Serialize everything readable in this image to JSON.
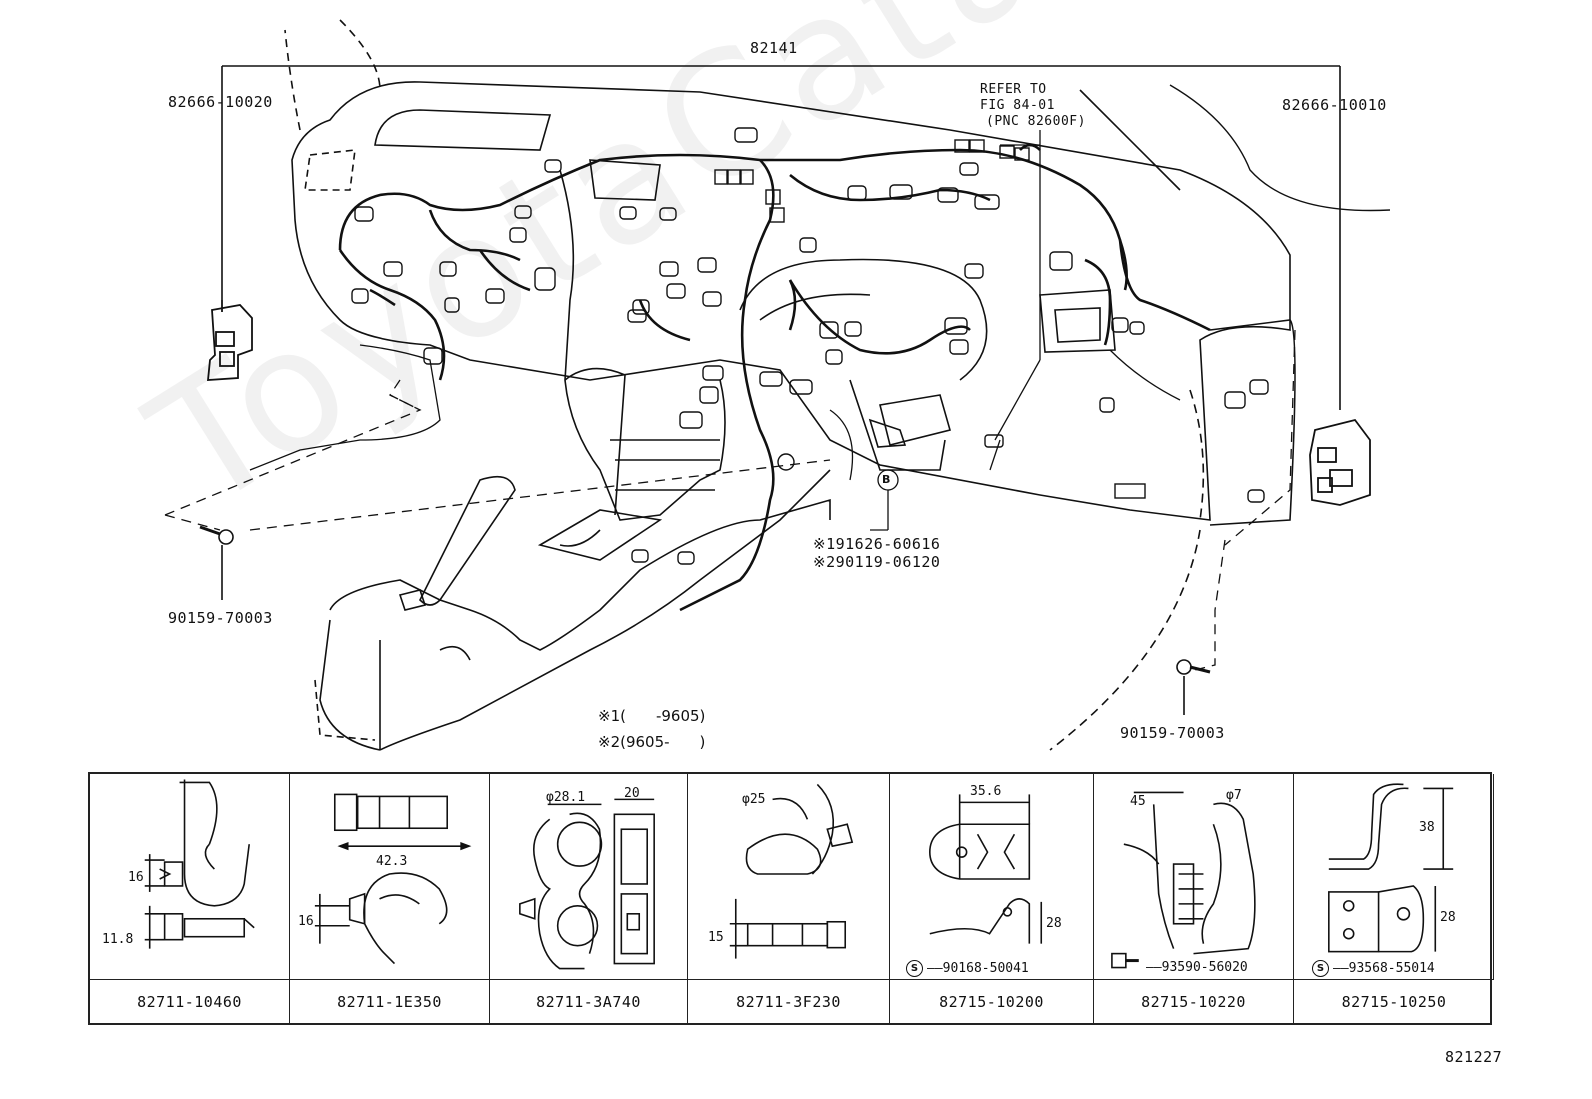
{
  "diagram": {
    "main_part": "82141",
    "labels": {
      "bracket_left": "82666-10020",
      "bracket_right": "82666-10010",
      "refer_line1": "REFER TO",
      "refer_line2": "FIG 84-01",
      "refer_line3": "(PNC 82600F)",
      "bolt_left": "90159-70003",
      "bolt_right": "90159-70003",
      "callout_b": "B",
      "variant1_part": "※191626-60616",
      "variant2_part": "※290119-06120",
      "legend1": "※1(　　-9605)",
      "legend2": "※2(9605-　　)",
      "drawing_number": "821227",
      "watermark": "ToyotaCatalogue.ru"
    }
  },
  "parts_table": [
    {
      "part_number": "82711-10460",
      "dims": [
        "16",
        "11.8"
      ]
    },
    {
      "part_number": "82711-1E350",
      "dims": [
        "42.3",
        "16"
      ]
    },
    {
      "part_number": "82711-3A740",
      "dims": [
        "φ28.1",
        "20"
      ]
    },
    {
      "part_number": "82711-3F230",
      "dims": [
        "φ25",
        "15"
      ]
    },
    {
      "part_number": "82715-10200",
      "dims": [
        "35.6",
        "28"
      ],
      "sub_part": "90168-50041",
      "sub_symbol": "S"
    },
    {
      "part_number": "82715-10220",
      "dims": [
        "45",
        "φ7"
      ],
      "sub_part": "93590-56020"
    },
    {
      "part_number": "82715-10250",
      "dims": [
        "38",
        "28"
      ],
      "sub_part": "93568-55014",
      "sub_symbol": "S"
    }
  ]
}
